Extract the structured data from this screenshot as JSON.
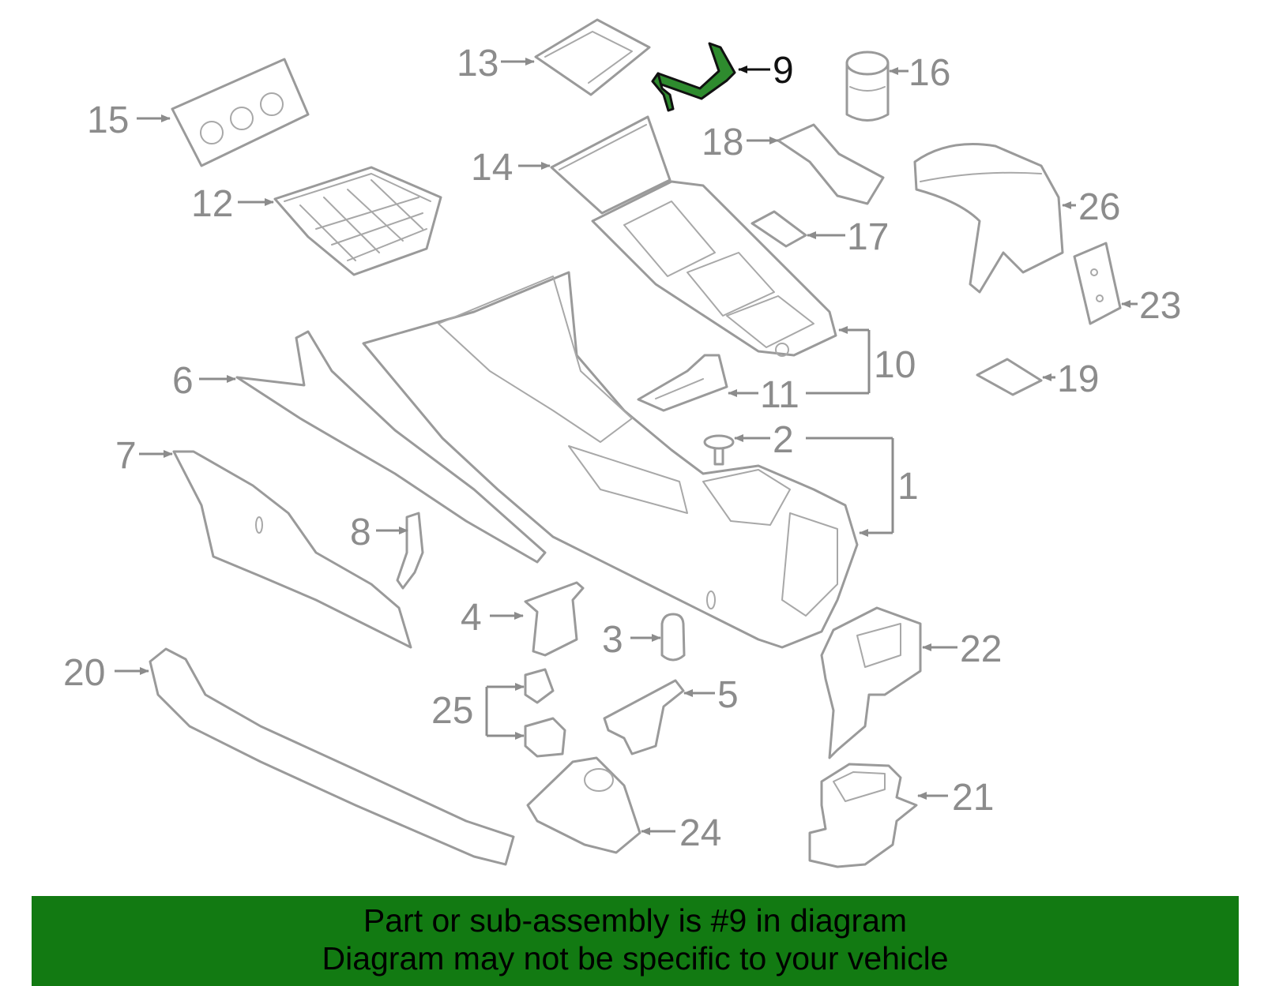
{
  "diagram": {
    "callouts": [
      "1",
      "2",
      "3",
      "4",
      "5",
      "6",
      "7",
      "8",
      "9",
      "10",
      "11",
      "12",
      "13",
      "14",
      "15",
      "16",
      "17",
      "18",
      "19",
      "20",
      "21",
      "22",
      "23",
      "24",
      "25",
      "26"
    ],
    "highlighted_callout": "9",
    "highlight_color": "#2e8b2e",
    "line_color": "#9a9a9a"
  },
  "banner": {
    "line1": "Part or sub-assembly is #9 in diagram",
    "line2": "Diagram may not be specific to your vehicle",
    "background_color": "#127a12"
  }
}
